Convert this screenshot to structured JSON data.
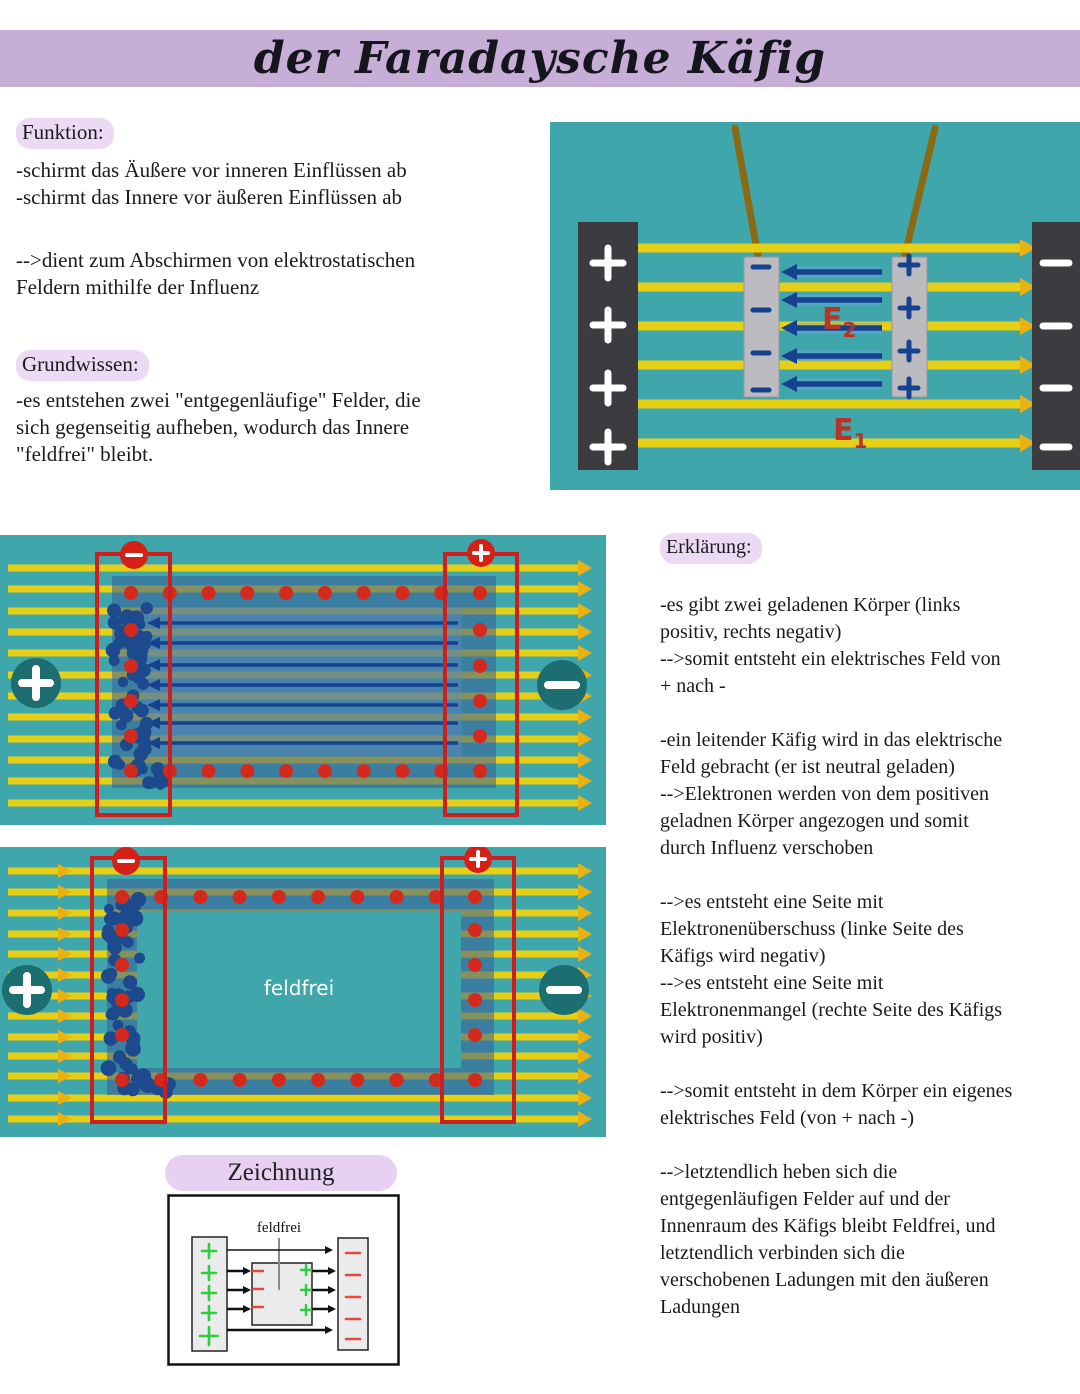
{
  "banner": {
    "title": "der Faradaysche Käfig"
  },
  "left_column": {
    "funktion": {
      "heading": "Funktion:",
      "body": "-schirmt das Äußere vor inneren Einflüssen ab\n-schirmt das Innere vor äußeren Einflüssen ab",
      "note": "-->dient zum Abschirmen von elektrostatischen\nFeldern mithilfe der Influenz"
    },
    "grundwissen": {
      "heading": "Grundwissen:",
      "body": "-es entstehen zwei \"entgegenläufige\" Felder, die\nsich gegenseitig aufheben, wodurch das Innere\n\"feldfrei\" bleibt."
    }
  },
  "right_column": {
    "erklaerung": {
      "heading": "Erklärung:",
      "paragraphs": [
        "-es gibt zwei geladenen Körper (links\npositiv, rechts negativ)\n-->somit entsteht ein elektrisches Feld von\n+ nach -",
        "-ein leitender Käfig wird in das elektrische\nFeld gebracht (er ist neutral geladen)\n-->Elektronen werden von dem positiven\ngeladnen Körper angezogen und somit\ndurch Influenz verschoben",
        "-->es entsteht eine Seite mit\nElektronenüberschuss (linke Seite des\nKäfigs wird negativ)\n-->es entsteht eine Seite mit\nElektronenmangel (rechte Seite des Käfigs\nwird positiv)",
        "-->somit entsteht in dem Körper ein eigenes\nelektrisches Feld (von + nach -)",
        "-->letztendlich heben sich die\nentgegenläufigen Felder auf und der\nInnenraum des Käfigs bleibt Feldfrei, und\nletztendlich verbinden sich die\nverschobenen Ladungen mit den äußeren\nLadungen"
      ]
    }
  },
  "zeichnung": {
    "heading": "Zeichnung",
    "feldfrei_label": "feldfrei"
  },
  "figures": {
    "capacitor": {
      "outer_left_plate": [
        "+",
        "+",
        "+",
        "+"
      ],
      "outer_right_plate": [
        "-",
        "-",
        "-",
        "-"
      ],
      "inner_left_plate": [
        "-",
        "-",
        "-",
        "-"
      ],
      "inner_right_plate": [
        "+",
        "+",
        "+",
        "+"
      ],
      "inner_field_label": "E",
      "inner_field_sub": "2",
      "outer_field_label": "E",
      "outer_field_sub": "1"
    },
    "cage_influenz": {
      "top_left_charge": "-",
      "top_right_charge": "+",
      "left_terminal": "+",
      "right_terminal": "-"
    },
    "cage_feldfrei": {
      "top_left_charge": "-",
      "top_right_charge": "+",
      "left_terminal": "+",
      "right_terminal": "-",
      "center_label": "feldfrei"
    },
    "sketch": {
      "left_plate": [
        "+",
        "+",
        "+",
        "+",
        "+"
      ],
      "right_plate": [
        "-",
        "-",
        "-",
        "-",
        "-"
      ],
      "box_left": [
        "-",
        "-",
        "-"
      ],
      "box_right": [
        "+",
        "+",
        "+"
      ]
    }
  },
  "colors": {
    "banner": "#c6aed6",
    "highlight": "#ecdaf5",
    "teal_bg": "#3fa7ab",
    "field_yellow": "#e7cf15",
    "arrow_head": "#eab211",
    "dark_plate": "#3b3b40",
    "blue_arrow": "#15418f",
    "red": "#cc1f1f",
    "terminal_teal": "#1d6e70",
    "green_plus": "#2ecc3f",
    "red_minus": "#e8473f"
  }
}
